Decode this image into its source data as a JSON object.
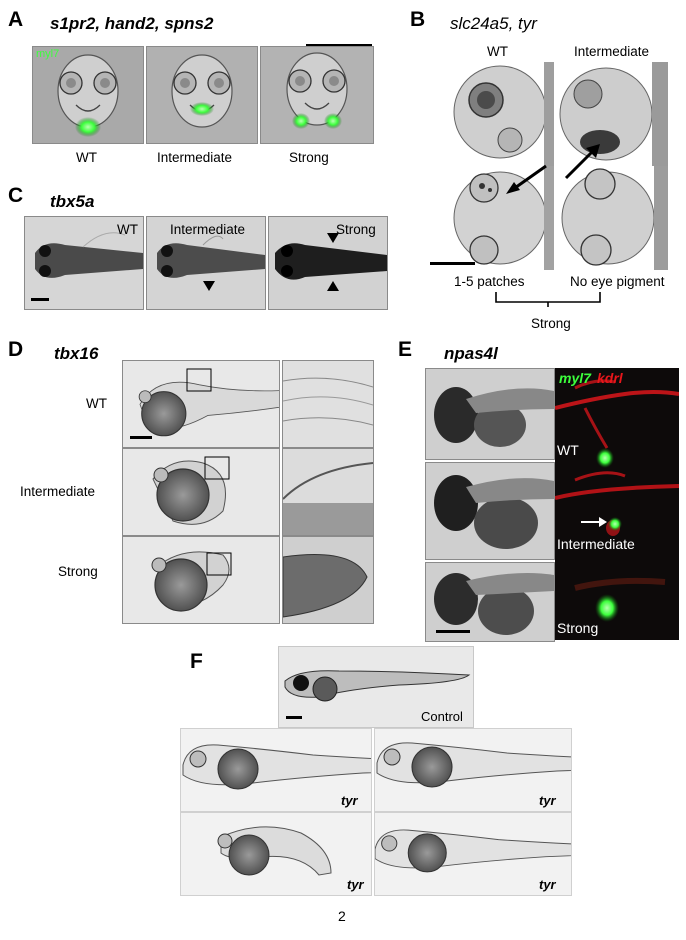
{
  "panels": {
    "A": {
      "label": "A",
      "genes": "s1pr2, hand2, spns2",
      "inset": "myl7",
      "captions": [
        "WT",
        "Intermediate",
        "Strong"
      ]
    },
    "B": {
      "label": "B",
      "genes": "slc24a5, tyr",
      "top_labels": [
        "WT",
        "Intermediate"
      ],
      "bottom_labels": [
        "1-5 patches",
        "No eye pigment"
      ],
      "group_label": "Strong"
    },
    "C": {
      "label": "C",
      "genes": "tbx5a",
      "captions": [
        "WT",
        "Intermediate",
        "Strong"
      ]
    },
    "D": {
      "label": "D",
      "genes": "tbx16",
      "rows": [
        "WT",
        "Intermediate",
        "Strong"
      ]
    },
    "E": {
      "label": "E",
      "genes": "npas4l",
      "legend_green": "myl7",
      "legend_red": "kdrl",
      "rows": [
        "WT",
        "Intermediate",
        "Strong"
      ]
    },
    "F": {
      "label": "F",
      "control": "Control",
      "tags": [
        "tyr",
        "tyr",
        "tyr",
        "tyr"
      ]
    }
  },
  "page_number": "2",
  "colors": {
    "green": "#3cff3c",
    "red": "#e8161b",
    "bg_dark": "#0d0a0a"
  }
}
